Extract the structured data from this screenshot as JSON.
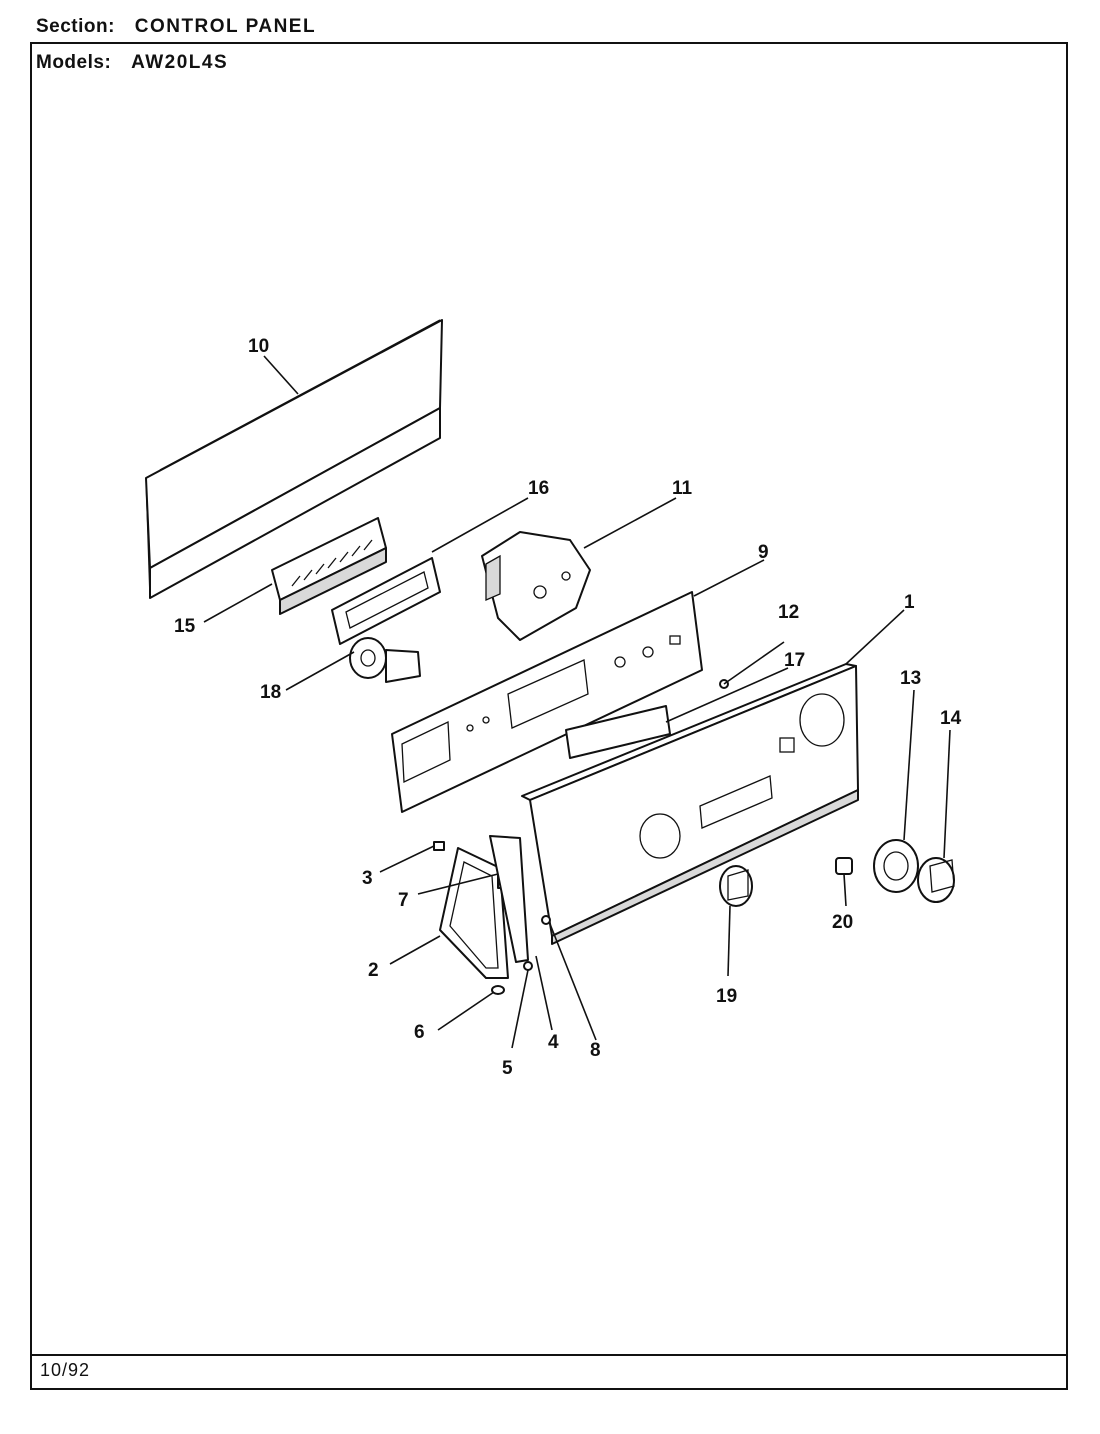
{
  "header": {
    "section_label": "Section:",
    "section_value": "CONTROL PANEL",
    "models_label": "Models:",
    "models_value": "AW20L4S"
  },
  "footer": {
    "date": "10/92"
  },
  "callouts": {
    "c1": "1",
    "c2": "2",
    "c3": "3",
    "c4": "4",
    "c5": "5",
    "c6": "6",
    "c7": "7",
    "c8": "8",
    "c9": "9",
    "c10": "10",
    "c11": "11",
    "c12": "12",
    "c13": "13",
    "c14": "14",
    "c15": "15",
    "c16": "16",
    "c17": "17",
    "c18": "18",
    "c19": "19",
    "c20": "20"
  }
}
